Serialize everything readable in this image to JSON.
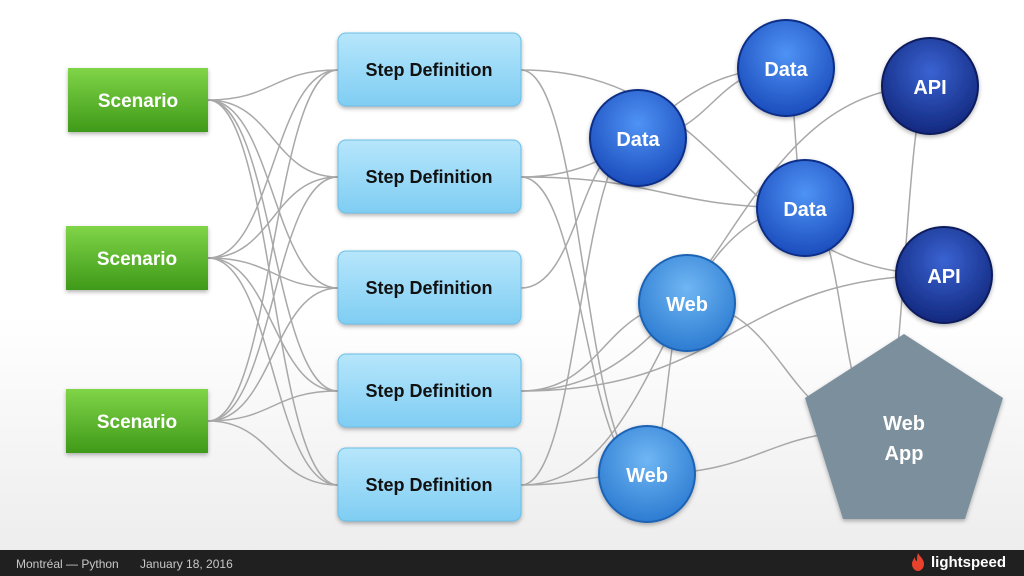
{
  "scenarios": [
    {
      "id": "s1",
      "label": "Scenario"
    },
    {
      "id": "s2",
      "label": "Scenario"
    },
    {
      "id": "s3",
      "label": "Scenario"
    }
  ],
  "step_definitions": [
    {
      "id": "d1",
      "label": "Step Definition"
    },
    {
      "id": "d2",
      "label": "Step Definition"
    },
    {
      "id": "d3",
      "label": "Step Definition"
    },
    {
      "id": "d4",
      "label": "Step Definition"
    },
    {
      "id": "d5",
      "label": "Step Definition"
    }
  ],
  "services": [
    {
      "id": "data1",
      "label": "Data",
      "kind": "data"
    },
    {
      "id": "data2",
      "label": "Data",
      "kind": "data"
    },
    {
      "id": "data3",
      "label": "Data",
      "kind": "data"
    },
    {
      "id": "api1",
      "label": "API",
      "kind": "api"
    },
    {
      "id": "api2",
      "label": "API",
      "kind": "api"
    },
    {
      "id": "web1",
      "label": "Web",
      "kind": "web"
    },
    {
      "id": "web2",
      "label": "Web",
      "kind": "web"
    }
  ],
  "webapp": {
    "id": "webapp",
    "label_line1": "Web",
    "label_line2": "App"
  },
  "connections": [
    [
      "s1",
      "d1"
    ],
    [
      "s1",
      "d2"
    ],
    [
      "s1",
      "d3"
    ],
    [
      "s1",
      "d4"
    ],
    [
      "s1",
      "d5"
    ],
    [
      "s2",
      "d1"
    ],
    [
      "s2",
      "d2"
    ],
    [
      "s2",
      "d3"
    ],
    [
      "s2",
      "d4"
    ],
    [
      "s2",
      "d5"
    ],
    [
      "s3",
      "d1"
    ],
    [
      "s3",
      "d2"
    ],
    [
      "s3",
      "d3"
    ],
    [
      "s3",
      "d4"
    ],
    [
      "s3",
      "d5"
    ],
    [
      "d1",
      "web2"
    ],
    [
      "d1",
      "api2"
    ],
    [
      "d2",
      "data2"
    ],
    [
      "d2",
      "data3"
    ],
    [
      "d2",
      "web2"
    ],
    [
      "d3",
      "data1"
    ],
    [
      "d4",
      "web1"
    ],
    [
      "d4",
      "api2"
    ],
    [
      "d4",
      "api1"
    ],
    [
      "d5",
      "data3"
    ],
    [
      "d5",
      "web2"
    ],
    [
      "d5",
      "data1"
    ],
    [
      "data1",
      "data2"
    ],
    [
      "data2",
      "data3"
    ],
    [
      "web1",
      "webapp"
    ],
    [
      "web2",
      "webapp"
    ],
    [
      "data3",
      "webapp"
    ],
    [
      "api1",
      "webapp"
    ],
    [
      "web1",
      "web2"
    ]
  ],
  "footer": {
    "location": "Montréal — Python",
    "date": "January 18, 2016",
    "brand": "lightspeed"
  },
  "colors": {
    "scenario": "#5cb82c",
    "step_definition": "#8fd7f7",
    "data": "#1f5fd6",
    "api": "#1a3a9e",
    "web": "#3d93e0",
    "webapp": "#7c8f9c",
    "connector": "#a8a8a8"
  }
}
